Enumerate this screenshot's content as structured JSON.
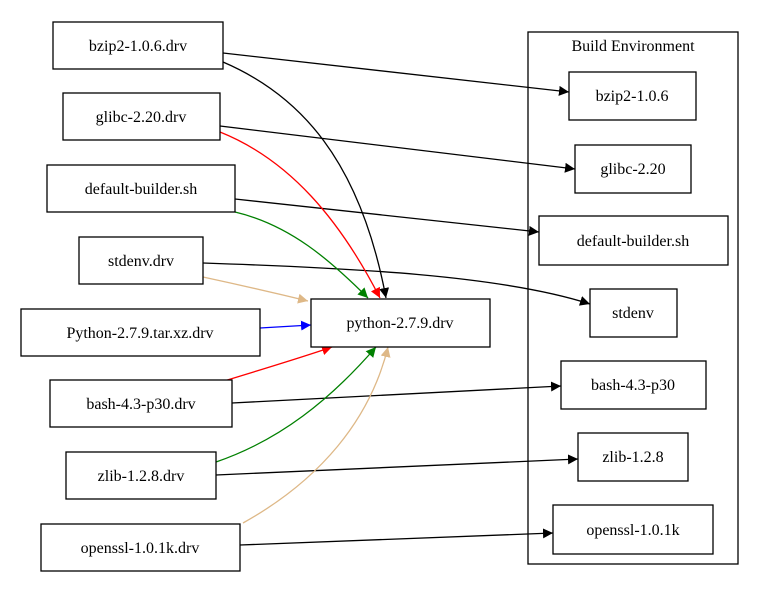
{
  "cluster": {
    "label": "Build Environment"
  },
  "nodes": {
    "bzip2_drv": "bzip2-1.0.6.drv",
    "glibc_drv": "glibc-2.20.drv",
    "default_builder": "default-builder.sh",
    "stdenv_drv": "stdenv.drv",
    "python_src": "Python-2.7.9.tar.xz.drv",
    "bash_drv": "bash-4.3-p30.drv",
    "zlib_drv": "zlib-1.2.8.drv",
    "openssl_drv": "openssl-1.0.1k.drv",
    "python_drv": "python-2.7.9.drv",
    "bzip2_out": "bzip2-1.0.6",
    "glibc_out": "glibc-2.20",
    "default_builder_out": "default-builder.sh",
    "stdenv_out": "stdenv",
    "bash_out": "bash-4.3-p30",
    "zlib_out": "zlib-1.2.8",
    "openssl_out": "openssl-1.0.1k"
  },
  "edge_colors": {
    "black": "#000000",
    "red": "#ff0000",
    "green": "#008000",
    "tan": "#deb887",
    "blue": "#0000ff"
  }
}
